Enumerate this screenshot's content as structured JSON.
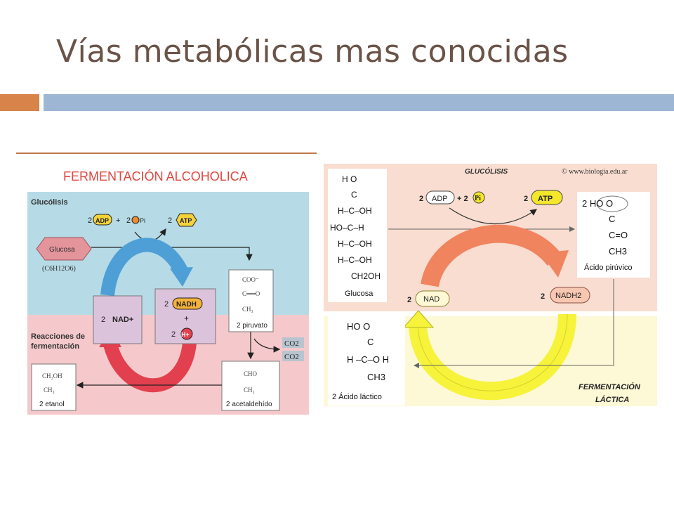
{
  "slide": {
    "title": "Vías metabólicas mas conocidas"
  },
  "alcoholic": {
    "title": "FERMENTACIÓN ALCOHOLICA",
    "section_glycolysis": "Glucólisis",
    "section_reactions_1": "Reacciones de",
    "section_reactions_2": "fermentación",
    "glucose_label": "Glucosa",
    "glucose_formula": "(C6H12O6)",
    "atp_row": {
      "c1": "2",
      "adp": "ADP",
      "plus": "+",
      "c2": "2",
      "pi": "Pi",
      "c3": "2",
      "atp": "ATP"
    },
    "nad": {
      "count": "2",
      "label": "NAD+"
    },
    "nadh": {
      "count": "2",
      "label": "NADH",
      "plus": "+",
      "h_count": "2",
      "h": "H+"
    },
    "pyruvate": {
      "l1": "COO⁻",
      "l2": "C══O",
      "l3": "CH₃",
      "label": "2 piruvato"
    },
    "co2_1": "CO2",
    "co2_2": "CO2",
    "acetaldehyde": {
      "l1": "CHO",
      "l2": "CH₃",
      "label": "2 acetaldehído"
    },
    "ethanol": {
      "l1": "CH₂OH",
      "l2": "CH₃",
      "label": "2 etanol"
    },
    "colors": {
      "blue_zone": "#b6dbe6",
      "pink_zone": "#f5c9cb",
      "blue_arrow": "#4d9fd6",
      "red_arrow": "#e2404e",
      "violet_box": "#dcc3dc"
    }
  },
  "lactic": {
    "glycolysis_label": "GLUCÓLISIS",
    "copyright": "© www.biologia.edu.ar",
    "glucose": {
      "r1": "H   O",
      "r2": "C",
      "r3": "H–C–OH",
      "r4": "HO–C–H",
      "r5": "H–C–OH",
      "r6": "H–C–OH",
      "r7": "CH2OH",
      "label": "Glucosa"
    },
    "atp_row": {
      "c1": "2",
      "adp": "ADP",
      "plus": "+ 2",
      "pi": "Pi",
      "c2": "2",
      "atp": "ATP"
    },
    "pyruvic": {
      "r1": "2 HO   O",
      "r2": "C",
      "r3": "C=O",
      "r4": "CH3",
      "label": "Ácido pirúvico"
    },
    "nad": {
      "count": "2",
      "label": "NAD"
    },
    "nadh2": {
      "count": "2",
      "label": "NADH2"
    },
    "lactic_acid": {
      "r1": "HO   O",
      "r2": "C",
      "r3": "H   –C–O   H",
      "r4": "CH3",
      "label": "2 Ácido láctico"
    },
    "ferm_label_1": "FERMENTACIÓN",
    "ferm_label_2": "LÁCTICA",
    "colors": {
      "top_zone": "#f8ddd0",
      "bottom_zone": "#fdf8d6",
      "orange_arrow": "#f0845e",
      "yellow_arrow": "#f6f33a",
      "atp_fill": "#f4e62a"
    }
  }
}
